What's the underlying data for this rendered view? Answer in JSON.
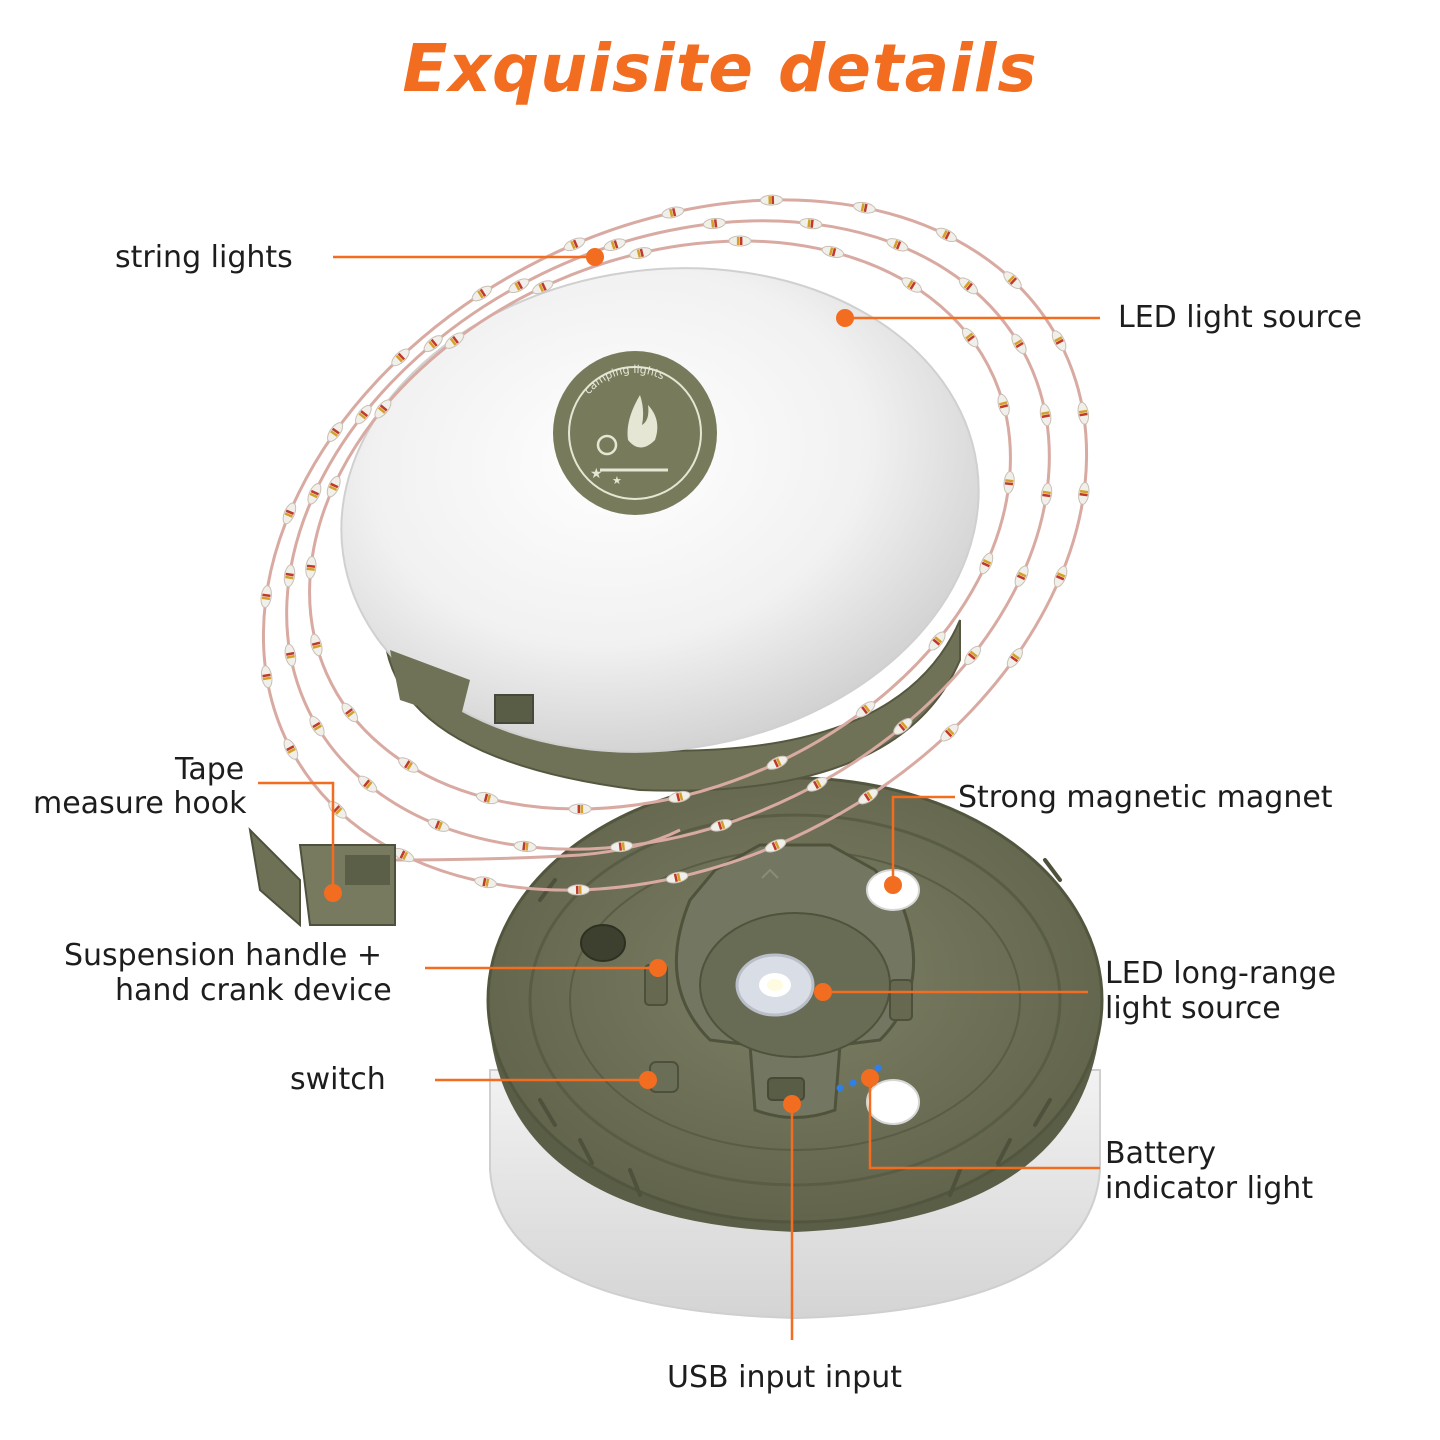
{
  "title": "Exquisite details",
  "logo_text": "camping lights",
  "colors": {
    "accent": "#f26d1f",
    "body_green": "#6f7257",
    "dome_white": "#f4f4f4"
  },
  "labels": {
    "string_lights": "string lights",
    "led_light_source": "LED light source",
    "tape_line1": "Tape",
    "tape_line2": "measure hook",
    "magnet": "Strong magnetic magnet",
    "suspension_line1": "Suspension handle +",
    "suspension_line2": "hand crank device",
    "long_range_line1": "LED long-range",
    "long_range_line2": "light source",
    "switch": "switch",
    "battery_line1": "Battery",
    "battery_line2": "indicator light",
    "usb": "USB input input"
  }
}
